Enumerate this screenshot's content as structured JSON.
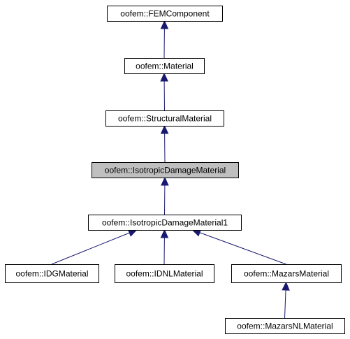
{
  "diagram": {
    "type": "class-inheritance",
    "colors": {
      "node_fill": "#ffffff",
      "highlight_fill": "#bfbfbf",
      "border": "#000000",
      "edge": "#191970",
      "text": "#000000"
    },
    "nodes": [
      {
        "id": "femcomponent",
        "label": "oofem::FEMComponent",
        "highlighted": false
      },
      {
        "id": "material",
        "label": "oofem::Material",
        "highlighted": false
      },
      {
        "id": "structuralmaterial",
        "label": "oofem::StructuralMaterial",
        "highlighted": false
      },
      {
        "id": "isotropicdamagematerial",
        "label": "oofem::IsotropicDamageMaterial",
        "highlighted": true
      },
      {
        "id": "isotropicdamagematerial1",
        "label": "oofem::IsotropicDamageMaterial1",
        "highlighted": false
      },
      {
        "id": "idgmaterial",
        "label": "oofem::IDGMaterial",
        "highlighted": false
      },
      {
        "id": "idnlmaterial",
        "label": "oofem::IDNLMaterial",
        "highlighted": false
      },
      {
        "id": "mazarsmaterial",
        "label": "oofem::MazarsMaterial",
        "highlighted": false
      },
      {
        "id": "mazarsnlmaterial",
        "label": "oofem::MazarsNLMaterial",
        "highlighted": false
      }
    ],
    "edges": [
      {
        "from": "material",
        "to": "femcomponent"
      },
      {
        "from": "structuralmaterial",
        "to": "material"
      },
      {
        "from": "isotropicdamagematerial",
        "to": "structuralmaterial"
      },
      {
        "from": "isotropicdamagematerial1",
        "to": "isotropicdamagematerial"
      },
      {
        "from": "idgmaterial",
        "to": "isotropicdamagematerial1"
      },
      {
        "from": "idnlmaterial",
        "to": "isotropicdamagematerial1"
      },
      {
        "from": "mazarsmaterial",
        "to": "isotropicdamagematerial1"
      },
      {
        "from": "mazarsnlmaterial",
        "to": "mazarsmaterial"
      }
    ]
  }
}
